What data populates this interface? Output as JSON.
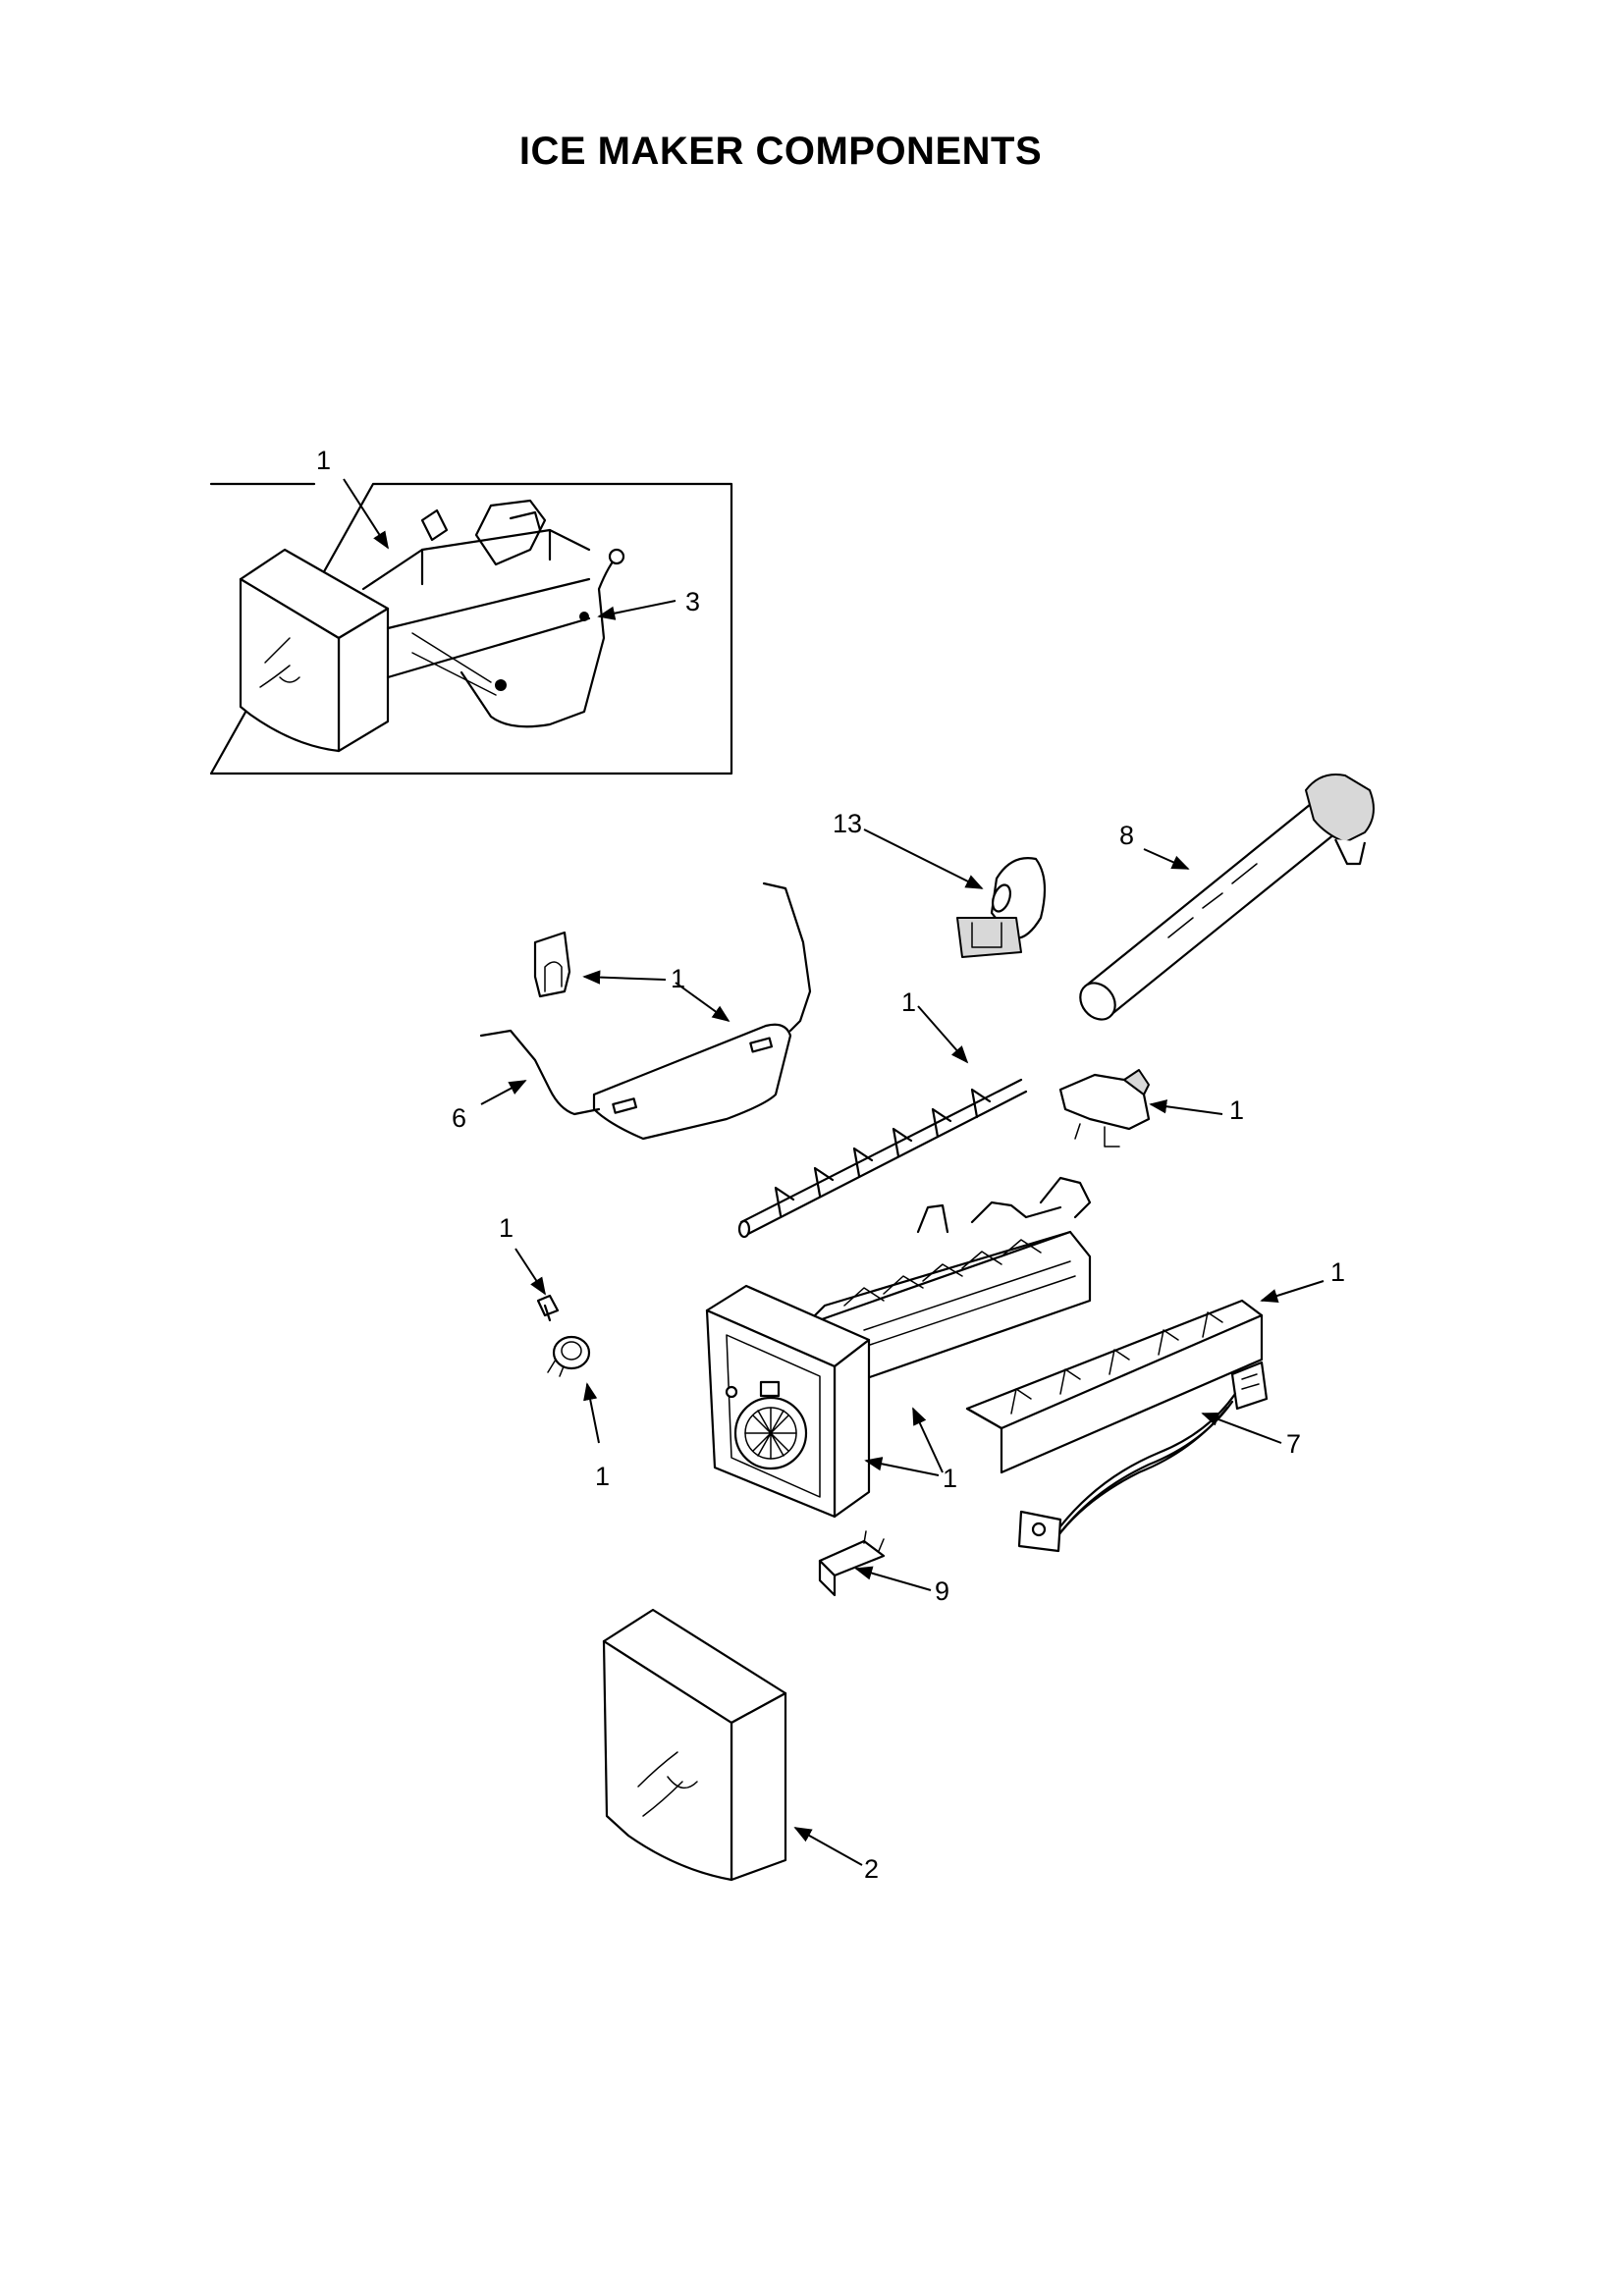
{
  "title": "ICE MAKER COMPONENTS",
  "callouts": {
    "inset_assembly": "1",
    "inset_screw": "3",
    "fill_cup": "13",
    "fill_tube": "8",
    "clip": "1",
    "mold_cover": "1",
    "wire_harness_6": "6",
    "ejector": "1",
    "shutoff_arm": "1",
    "thermostat_clip": "1",
    "thermostat": "1",
    "mold_body": "1",
    "stripper": "1",
    "wire_harness_7": "7",
    "bracket": "9",
    "front_cover": "2"
  },
  "colors": {
    "line": "#000000",
    "background": "#ffffff",
    "fill": "#d8d8d8"
  }
}
